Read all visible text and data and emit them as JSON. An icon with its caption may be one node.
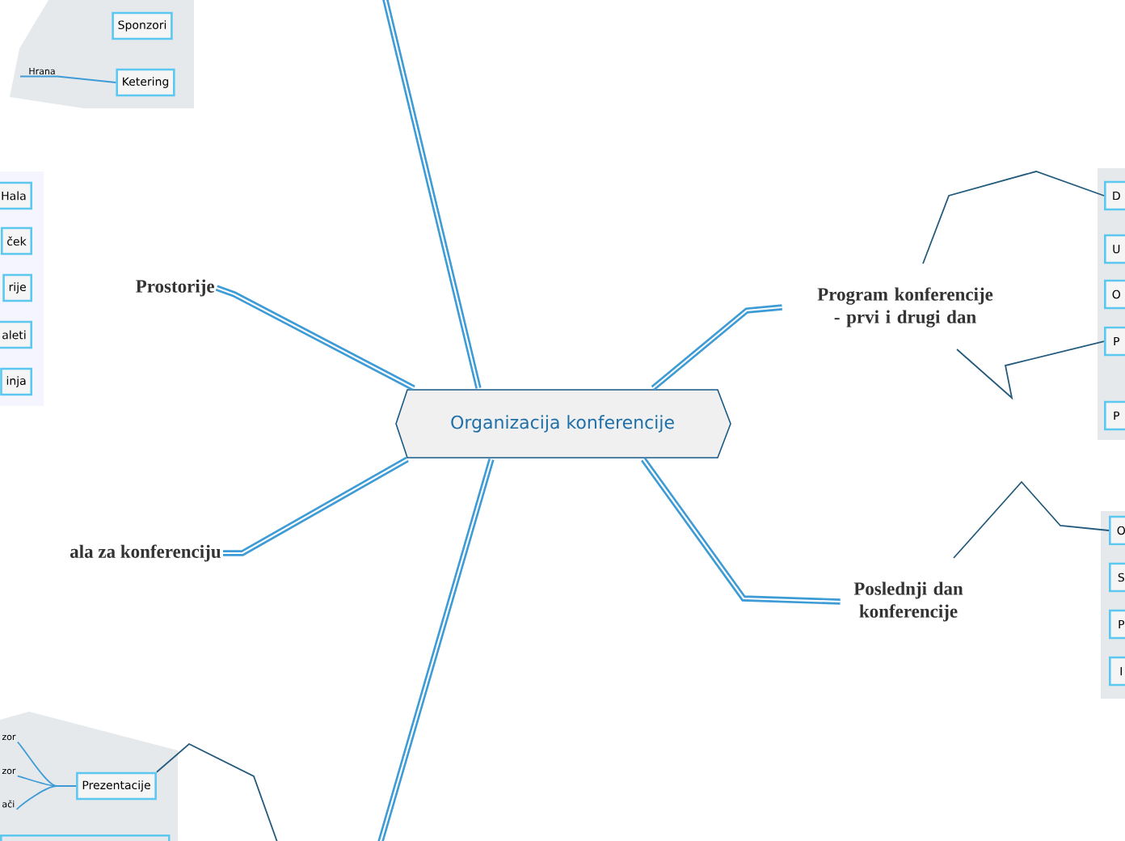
{
  "diagram": {
    "nodes": [
      {
        "text": [
          "Organizacija konferencije"
        ]
      },
      {
        "text": [
          "Prostorije"
        ]
      },
      {
        "text": [
          "ala za konferenciju"
        ]
      },
      {
        "text": [
          "Program konferencije - prvi i drugi dan"
        ]
      },
      {
        "text": [
          "Poslednji dan konferencije"
        ]
      },
      {
        "text": [
          "Sponzori"
        ]
      },
      {
        "text": [
          "Ketering"
        ]
      },
      {
        "text": [
          "Hrana"
        ]
      },
      {
        "text": [
          "Hala"
        ]
      },
      {
        "text": [
          "ček"
        ]
      },
      {
        "text": [
          "rije"
        ]
      },
      {
        "text": [
          "aleti"
        ]
      },
      {
        "text": [
          "inja"
        ]
      },
      {
        "text": [
          "D"
        ]
      },
      {
        "text": [
          "U"
        ]
      },
      {
        "text": [
          "O"
        ]
      },
      {
        "text": [
          "P"
        ]
      },
      {
        "text": [
          "P"
        ]
      },
      {
        "text": [
          "O"
        ]
      },
      {
        "text": [
          "S"
        ]
      },
      {
        "text": [
          "P"
        ]
      },
      {
        "text": [
          "I"
        ]
      },
      {
        "text": [
          "Prezentacije"
        ]
      },
      {
        "text": [
          "zor"
        ]
      },
      {
        "text": [
          "zor"
        ]
      },
      {
        "text": [
          "ači"
        ]
      },
      {
        "text": [],
        "shape": "box"
      }
    ],
    "edges": [
      {
        "from": 0,
        "to": 1,
        "arrow": "none",
        "style": "thick"
      },
      {
        "from": 0,
        "to": 2,
        "arrow": "none",
        "style": "thick"
      },
      {
        "from": 0,
        "to": 3,
        "arrow": "none",
        "style": "thick"
      },
      {
        "from": 0,
        "to": 4,
        "arrow": "none",
        "style": "thick"
      },
      {
        "from": 0,
        "to": null,
        "arrow": "none",
        "style": "thick"
      },
      {
        "from": 0,
        "to": null,
        "arrow": "none",
        "style": "thick"
      },
      {
        "from": 6,
        "to": 7,
        "arrow": "none"
      },
      {
        "from": 22,
        "to": 23,
        "arrow": "none"
      },
      {
        "from": 22,
        "to": 24,
        "arrow": "none"
      },
      {
        "from": 22,
        "to": 25,
        "arrow": "none"
      },
      {
        "from": 3,
        "to": 13,
        "arrow": "none",
        "color": "#245b7c"
      },
      {
        "from": 16,
        "to": 3,
        "arrow": "none",
        "color": "#245b7c"
      },
      {
        "from": 4,
        "to": 18,
        "arrow": "none",
        "color": "#245b7c"
      },
      {
        "from": 22,
        "to": null,
        "arrow": "none",
        "color": "#245b7c"
      }
    ]
  }
}
